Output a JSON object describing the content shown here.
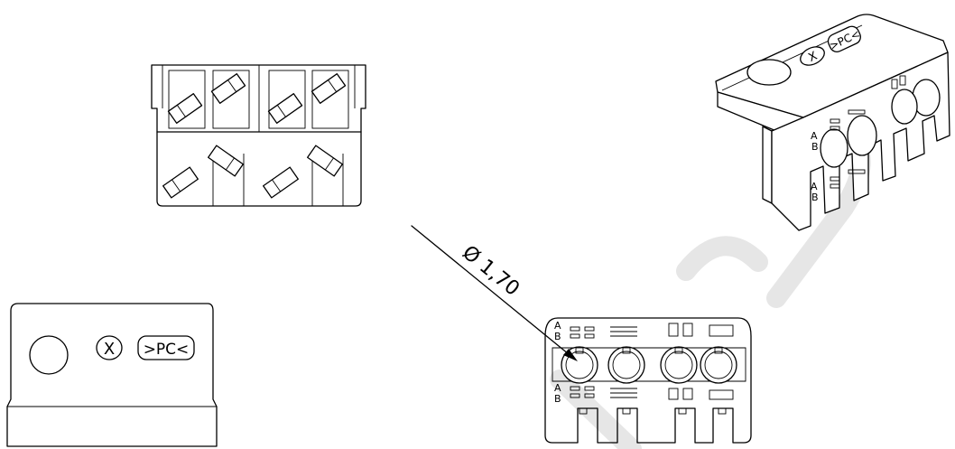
{
  "dimension": {
    "text": "Ø 1,70"
  },
  "markings": {
    "x_mark": "X",
    "pc_mark": ">PC<",
    "row_a": "A",
    "row_b": "B"
  },
  "colors": {
    "line": "#000000",
    "watermark": "#e6e6e6",
    "background": "#ffffff"
  }
}
